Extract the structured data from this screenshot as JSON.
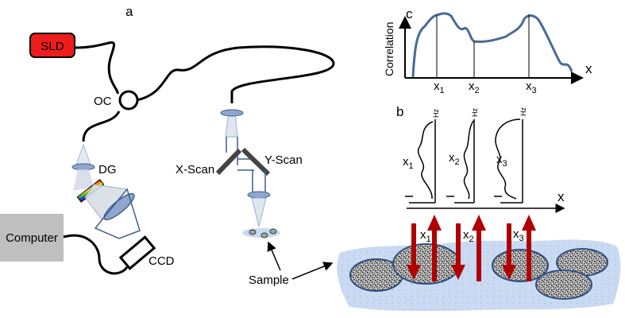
{
  "panels": {
    "a": "a",
    "b": "b",
    "c": "c"
  },
  "setup": {
    "sld": "SLD",
    "oc": "OC",
    "dg": "DG",
    "ccd": "CCD",
    "computer": "Computer",
    "x_scan": "X-Scan",
    "y_scan": "Y-Scan",
    "sample": "Sample"
  },
  "plot_c": {
    "ylabel": "Correlation",
    "xlabel": "x",
    "markers": [
      "x1",
      "x2",
      "x3"
    ]
  },
  "plot_b": {
    "traces": [
      "x1",
      "x2",
      "x3"
    ],
    "ylabel": "Hz",
    "xlabel": "x"
  },
  "sample_region": {
    "arrows": [
      "x1",
      "x2",
      "x3"
    ]
  },
  "colors": {
    "sld_fill": "#ee1c1c",
    "computer_fill": "#bfbfbf",
    "optic_fill": "#8fa7cf",
    "optic_stroke": "#3f5f8f",
    "curve": "#4a6a98",
    "arrow": "#b00000",
    "tissue": "#c8daf2"
  }
}
